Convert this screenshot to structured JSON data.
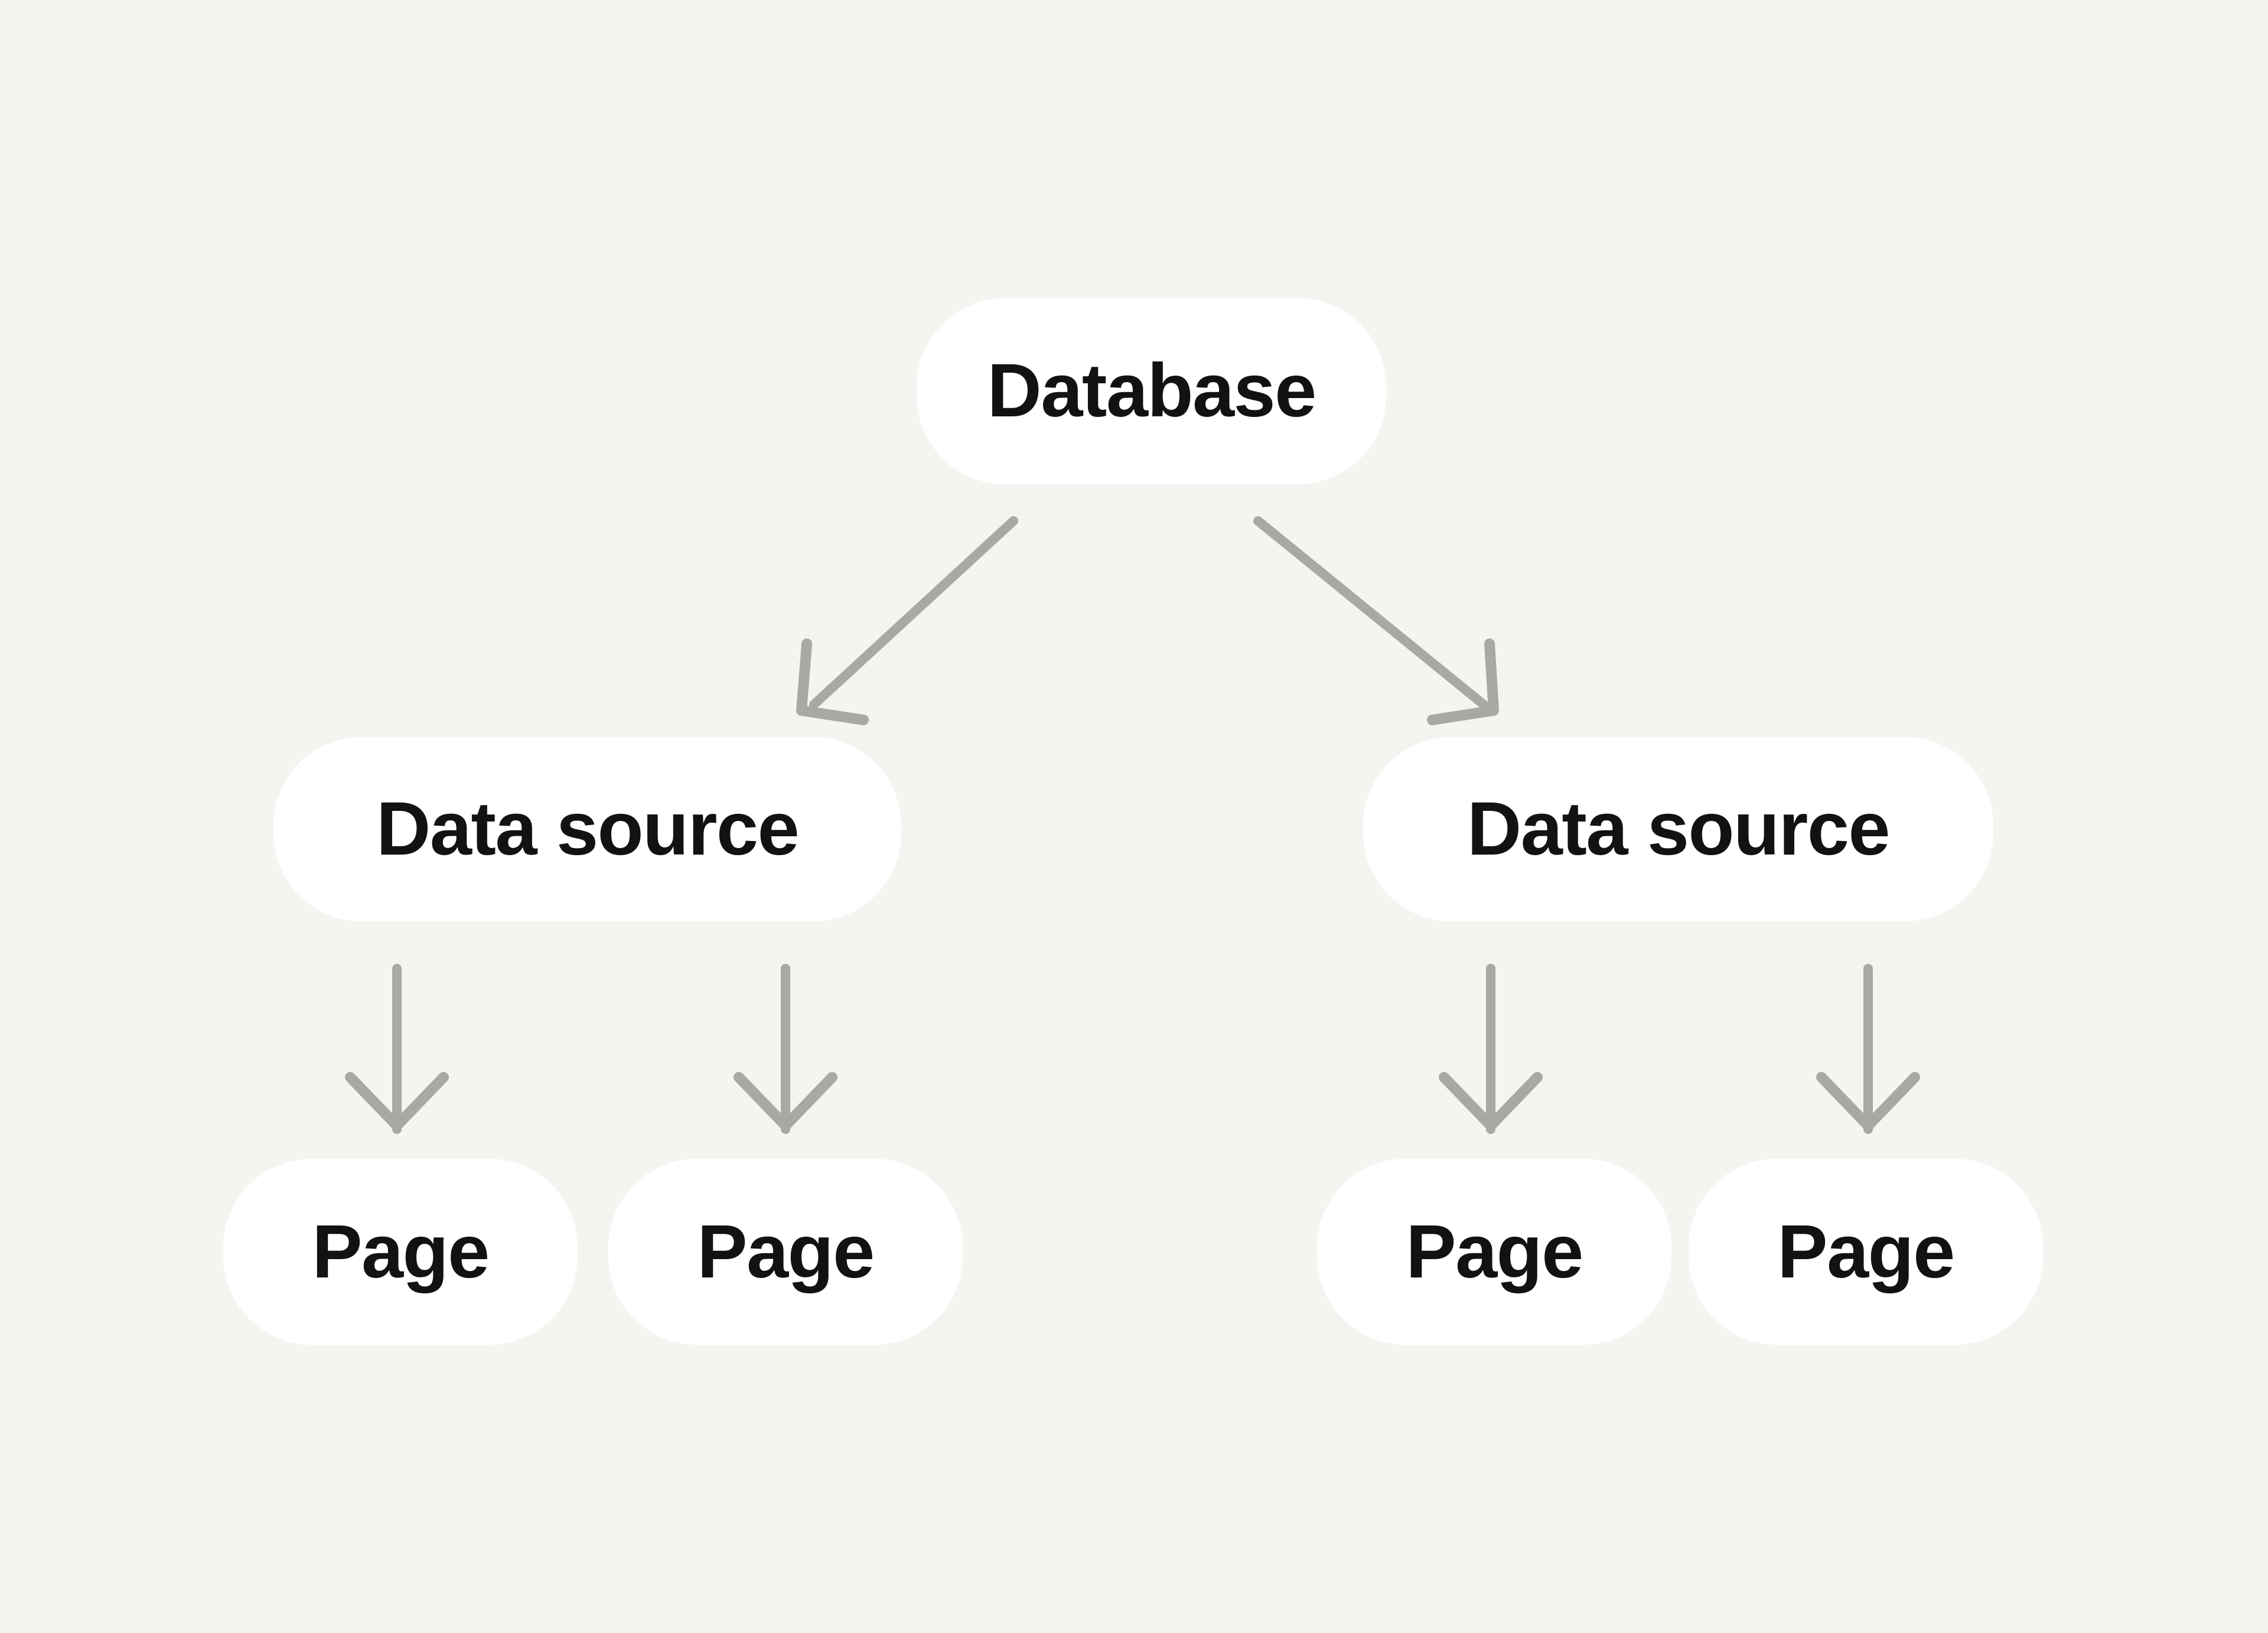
{
  "diagram": {
    "description": "Hierarchy diagram: a database fans out to two data sources, each data source fans out to two pages",
    "colors": {
      "background": "#F5F4F1",
      "node_fill": "#FFFFFF",
      "arrow": "#A9A8A5",
      "text": "#121212"
    },
    "nodes": {
      "database": {
        "label": "Database"
      },
      "data_source_left": {
        "label": "Data source"
      },
      "data_source_right": {
        "label": "Data source"
      },
      "page_1": {
        "label": "Page"
      },
      "page_2": {
        "label": "Page"
      },
      "page_3": {
        "label": "Page"
      },
      "page_4": {
        "label": "Page"
      }
    },
    "edges": [
      {
        "from": "database",
        "to": "data_source_left"
      },
      {
        "from": "database",
        "to": "data_source_right"
      },
      {
        "from": "data_source_left",
        "to": "page_1"
      },
      {
        "from": "data_source_left",
        "to": "page_2"
      },
      {
        "from": "data_source_right",
        "to": "page_3"
      },
      {
        "from": "data_source_right",
        "to": "page_4"
      }
    ]
  }
}
